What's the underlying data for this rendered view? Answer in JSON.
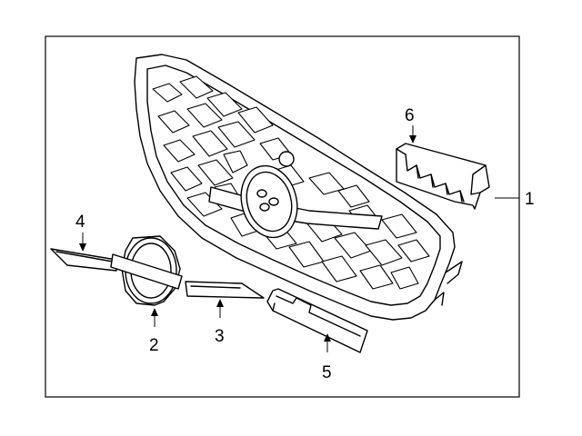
{
  "diagram": {
    "callouts": [
      {
        "id": "1",
        "text": "1"
      },
      {
        "id": "2",
        "text": "2"
      },
      {
        "id": "3",
        "text": "3"
      },
      {
        "id": "4",
        "text": "4"
      },
      {
        "id": "5",
        "text": "5"
      },
      {
        "id": "6",
        "text": "6"
      }
    ],
    "parts": [
      {
        "ref": "1",
        "icon": "grille-assembly-icon"
      },
      {
        "ref": "2",
        "icon": "emblem-icon"
      },
      {
        "ref": "3",
        "icon": "molding-strip-icon"
      },
      {
        "ref": "4",
        "icon": "molding-strip-icon"
      },
      {
        "ref": "5",
        "icon": "lower-molding-icon"
      },
      {
        "ref": "6",
        "icon": "bracket-icon"
      }
    ]
  }
}
